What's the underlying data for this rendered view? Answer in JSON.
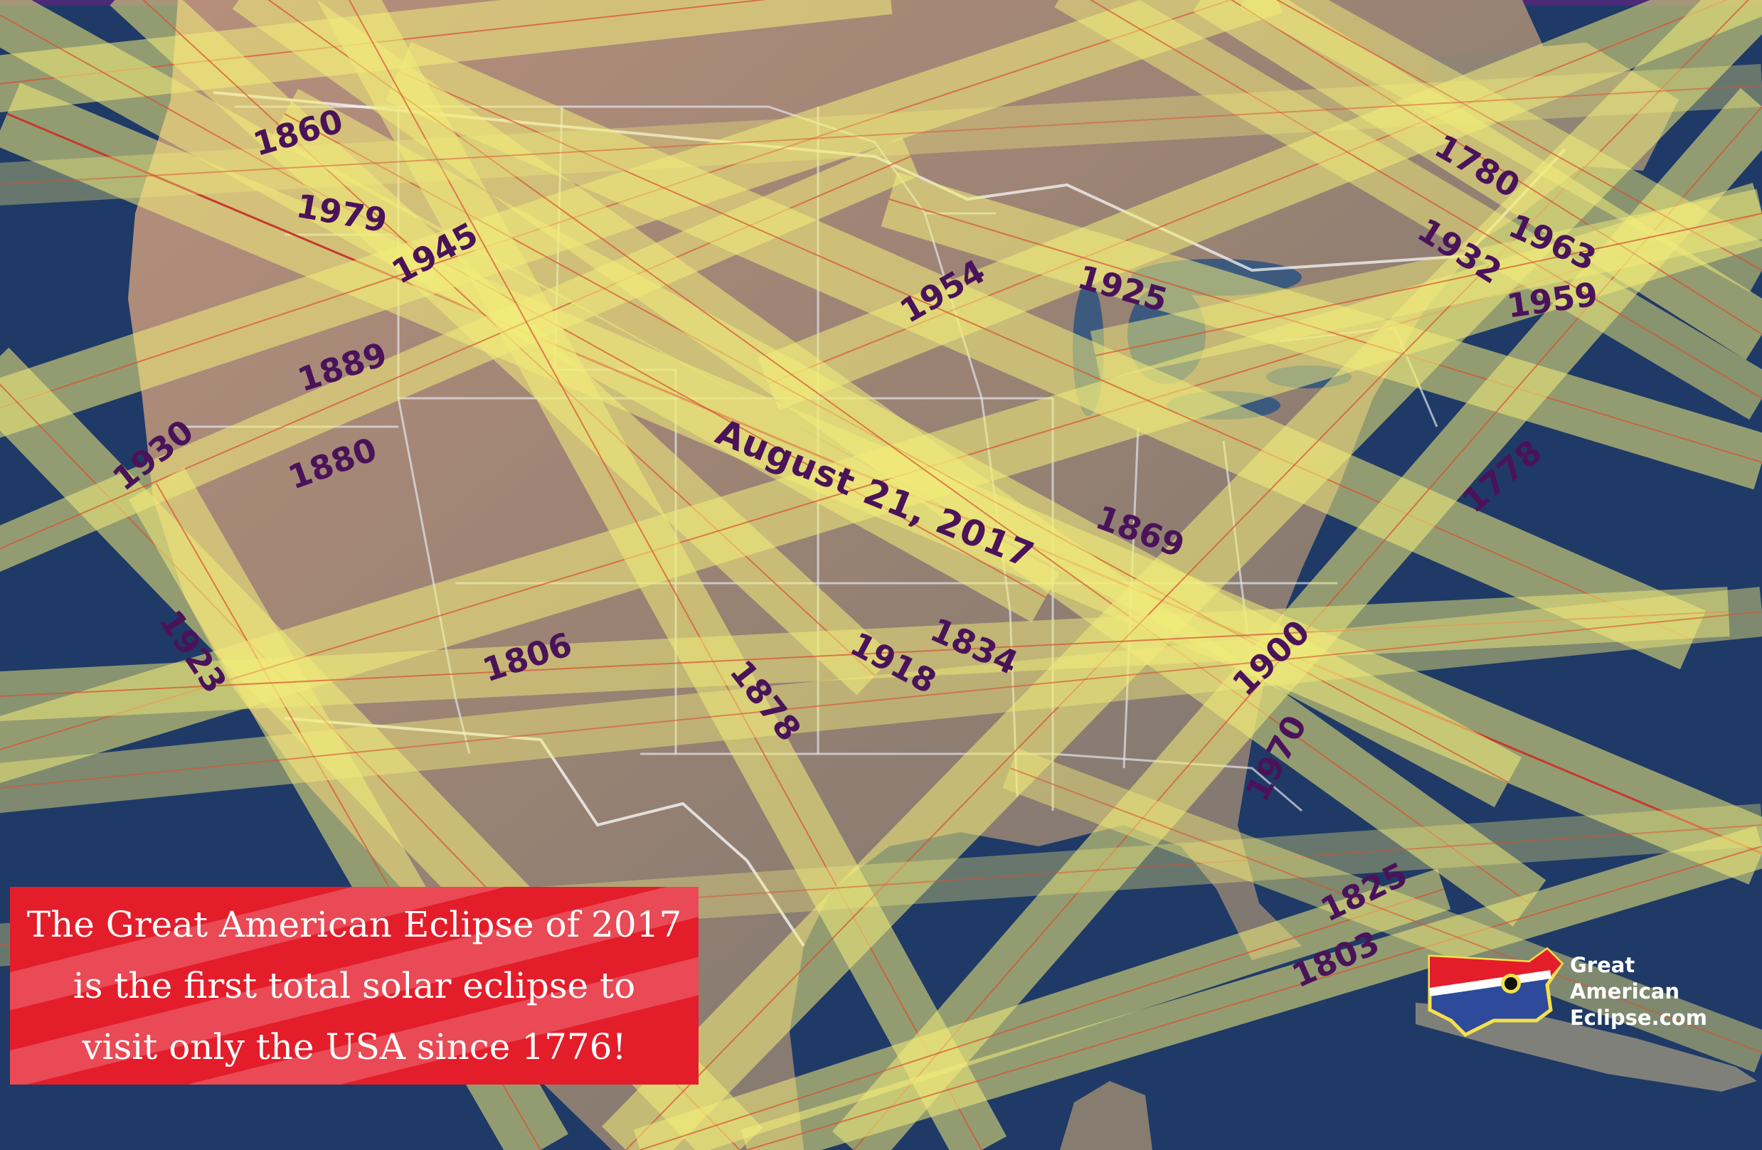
{
  "map": {
    "main_path": "August 21, 2017",
    "paths": [
      {
        "year": "1860"
      },
      {
        "year": "1979"
      },
      {
        "year": "1945"
      },
      {
        "year": "1889"
      },
      {
        "year": "1930"
      },
      {
        "year": "1880"
      },
      {
        "year": "1923"
      },
      {
        "year": "1806"
      },
      {
        "year": "1954"
      },
      {
        "year": "1925"
      },
      {
        "year": "1869"
      },
      {
        "year": "1834"
      },
      {
        "year": "1918"
      },
      {
        "year": "1878"
      },
      {
        "year": "1900"
      },
      {
        "year": "1970"
      },
      {
        "year": "1825"
      },
      {
        "year": "1803"
      },
      {
        "year": "1778"
      },
      {
        "year": "1780"
      },
      {
        "year": "1963"
      },
      {
        "year": "1932"
      },
      {
        "year": "1959"
      }
    ]
  },
  "banner": {
    "line1": "The Great American Eclipse of 2017",
    "line2": "is the first total solar eclipse to",
    "line3": "visit only the USA since 1776!"
  },
  "logo": {
    "line1": "Great",
    "line2": "American",
    "line3": "Eclipse.com",
    "icon": "usa-eclipse-flag-icon"
  },
  "colors": {
    "ocean": "#1f3a66",
    "land": "#9b8576",
    "path_fill": "#f2ec7a",
    "path_center_line": "#d9502f",
    "label_text": "#4a1359",
    "banner_red": "#e41d2b"
  }
}
